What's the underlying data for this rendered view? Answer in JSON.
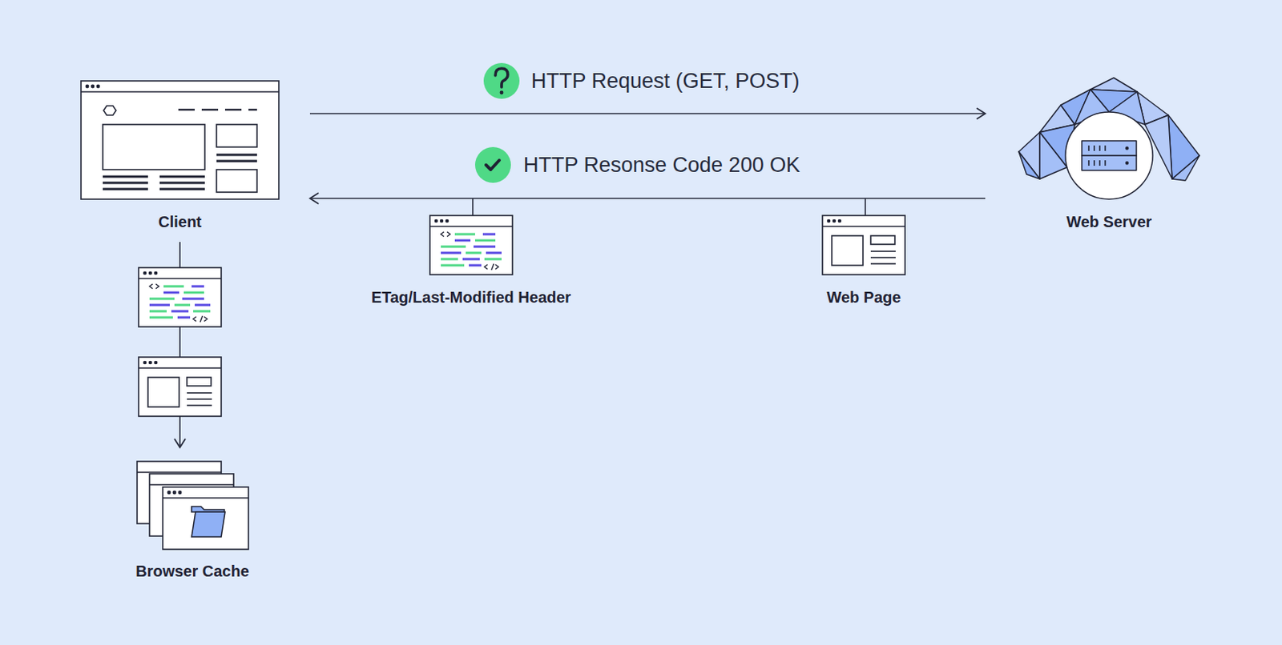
{
  "diagram": {
    "nodes": [
      {
        "text": [
          "Client"
        ]
      },
      {
        "text": [
          "Web Server"
        ]
      },
      {
        "text": [
          "ETag/Last-Modified Header"
        ]
      },
      {
        "text": [
          "Web Page"
        ]
      },
      {
        "text": [
          "Browser Cache"
        ]
      }
    ],
    "edges": [
      {
        "from": 0,
        "to": 1,
        "label": "HTTP Request (GET, POST)",
        "arrow": "to"
      },
      {
        "from": 1,
        "to": 0,
        "label": "HTTP Resonse Code 200 OK",
        "arrow": "to"
      },
      {
        "from": 0,
        "to": 4,
        "arrow": "to"
      }
    ]
  }
}
